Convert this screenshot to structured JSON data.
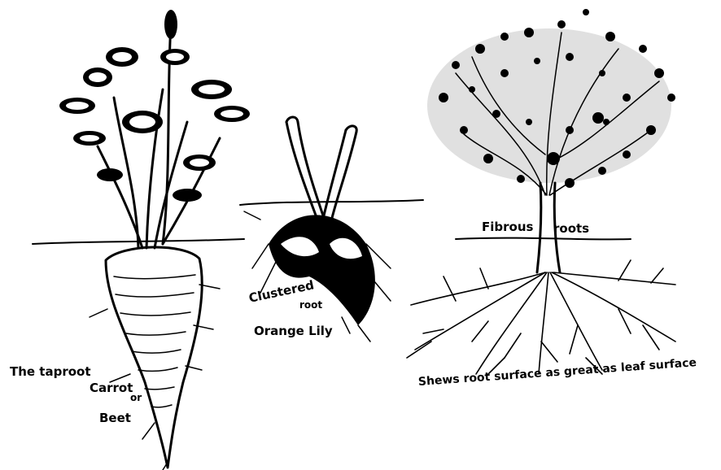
{
  "labels": {
    "taproot": "The taproot",
    "carrot": "Carrot",
    "or": "or",
    "beet": "Beet",
    "clustered": "Clustered",
    "root": "root",
    "lily": "Orange Lily",
    "fibrous": "Fibrous",
    "roots": "roots",
    "shews": "Shews root surface as great as leaf surface"
  },
  "colors": {
    "ink": "#000000",
    "paper": "#ffffff"
  }
}
